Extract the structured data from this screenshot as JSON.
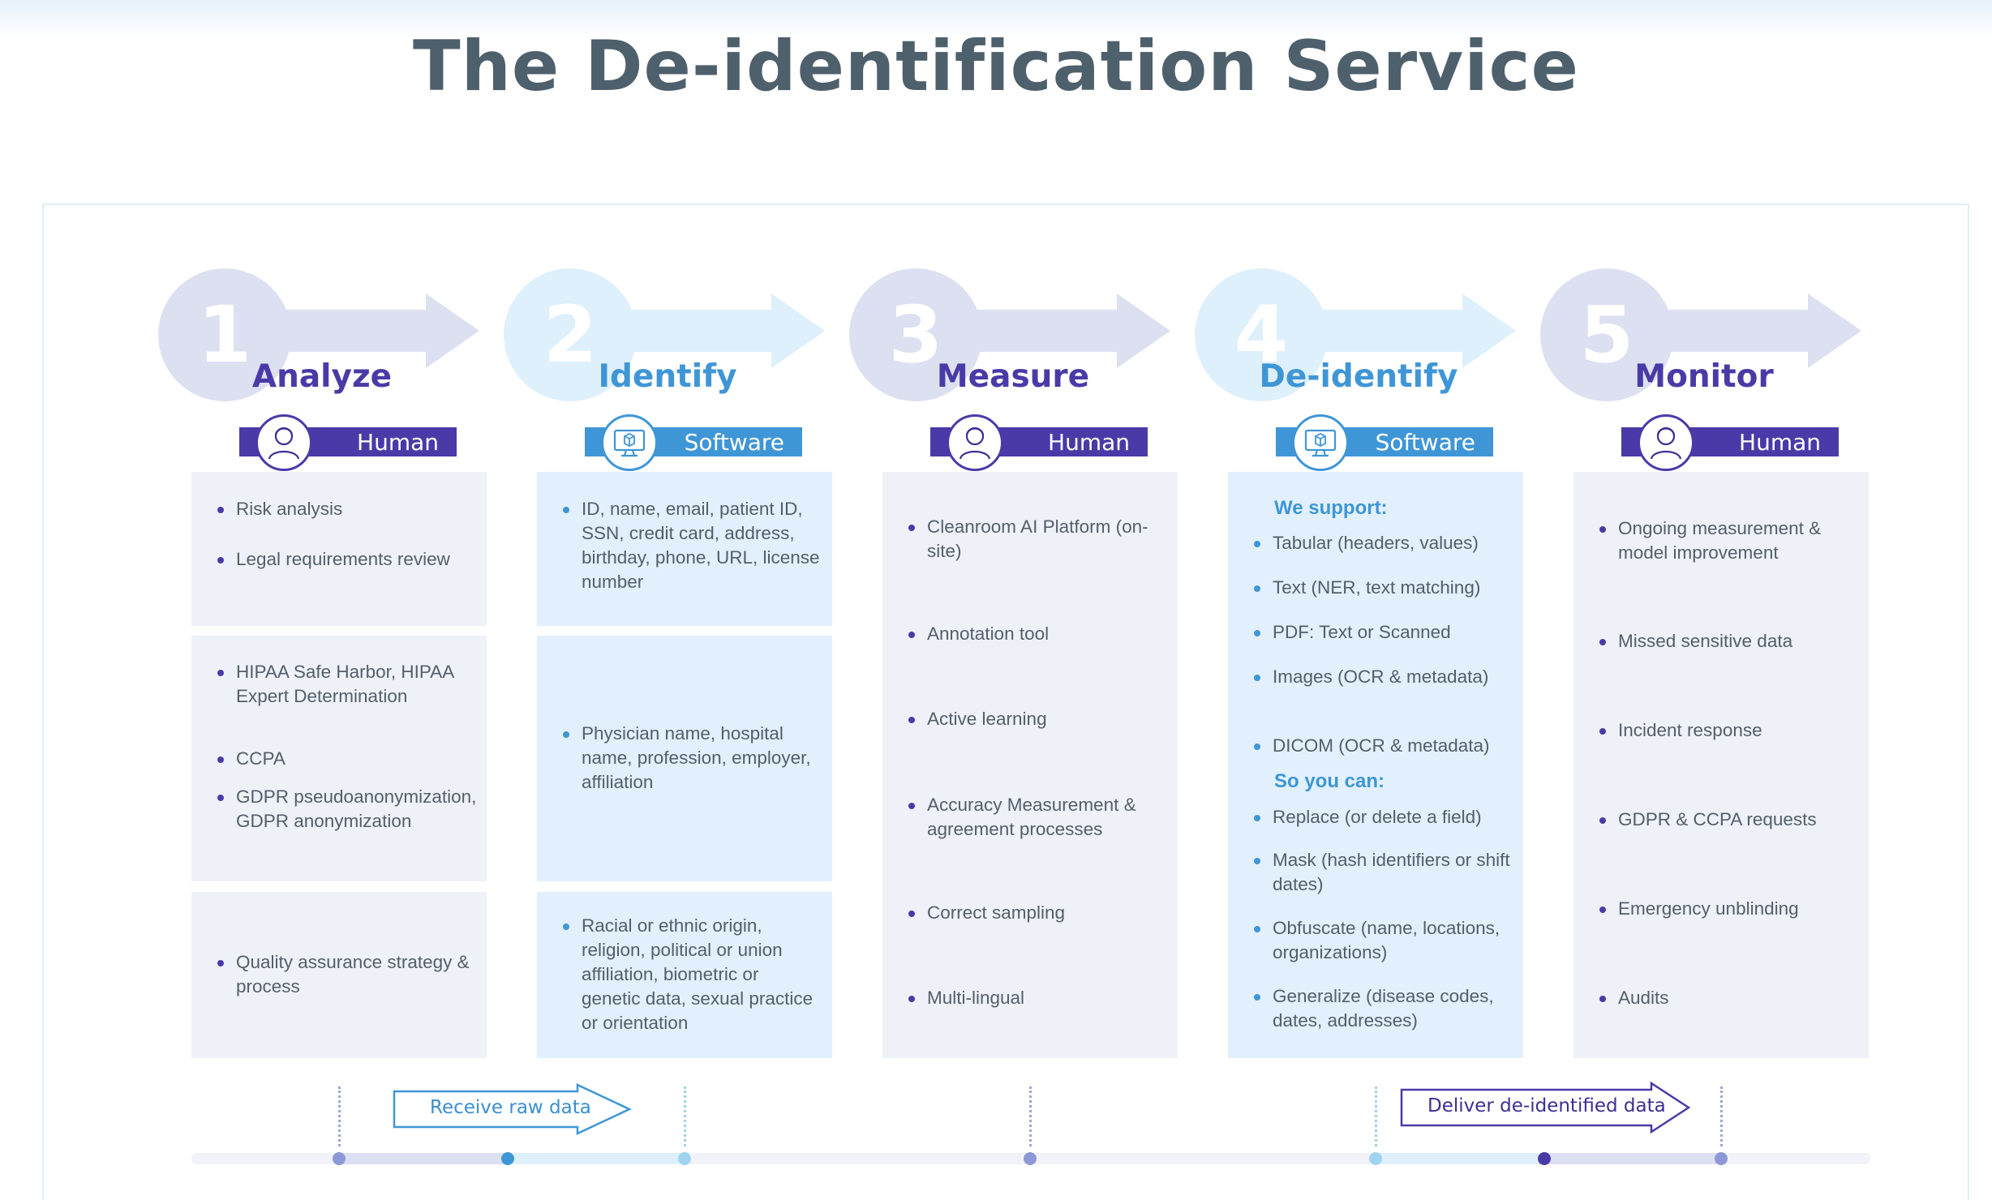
{
  "title": "The De-identification Service",
  "colors": {
    "indigo": "#4a3aa8",
    "blue": "#3f96d6",
    "indigo_light": "#dde0f1",
    "blue_light": "#def0fb",
    "panel_indigo": "#eff1f9",
    "panel_blue": "#e1f0fc"
  },
  "steps": [
    {
      "number": "1",
      "title": "Analyze",
      "badge": "Human",
      "badge_icon": "person-icon",
      "sections": [
        [
          "Risk analysis",
          "Legal requirements review"
        ],
        [
          "HIPAA Safe Harbor, HIPAA Expert Determination",
          "CCPA",
          "GDPR pseudoanonymization, GDPR anonymization"
        ],
        [
          "Quality assurance strategy & process"
        ]
      ]
    },
    {
      "number": "2",
      "title": "Identify",
      "badge": "Software",
      "badge_icon": "monitor-icon",
      "sections": [
        [
          "ID, name, email, patient ID, SSN, credit card, address, birthday, phone, URL, license number"
        ],
        [
          "Physician name, hospital name, profession, employer, affiliation"
        ],
        [
          "Racial or ethnic origin, religion, political or union affiliation, biometric or genetic data, sexual practice or orientation"
        ]
      ]
    },
    {
      "number": "3",
      "title": "Measure",
      "badge": "Human",
      "badge_icon": "person-icon",
      "items": [
        "Cleanroom AI Platform (on-site)",
        "Annotation tool",
        "Active learning",
        "Accuracy Measurement & agreement processes",
        "Correct sampling",
        "Multi-lingual"
      ]
    },
    {
      "number": "4",
      "title": "De-identify",
      "badge": "Software",
      "badge_icon": "monitor-icon",
      "support_heading": "We support:",
      "support_items": [
        "Tabular (headers, values)",
        "Text (NER, text matching)",
        "PDF: Text or Scanned",
        "Images (OCR & metadata)",
        "DICOM (OCR & metadata)"
      ],
      "can_heading": "So you can:",
      "can_items": [
        "Replace (or delete a field)",
        "Mask (hash identifiers or shift dates)",
        "Obfuscate (name, locations, organizations)",
        "Generalize (disease codes, dates, addresses)"
      ]
    },
    {
      "number": "5",
      "title": "Monitor",
      "badge": "Human",
      "badge_icon": "person-icon",
      "items": [
        "Ongoing measurement & model improvement",
        "Missed sensitive data",
        "Incident response",
        "GDPR & CCPA requests",
        "Emergency unblinding",
        "Audits"
      ]
    }
  ],
  "flow": {
    "receive": "Receive raw data",
    "deliver": "Deliver de-identified data"
  }
}
